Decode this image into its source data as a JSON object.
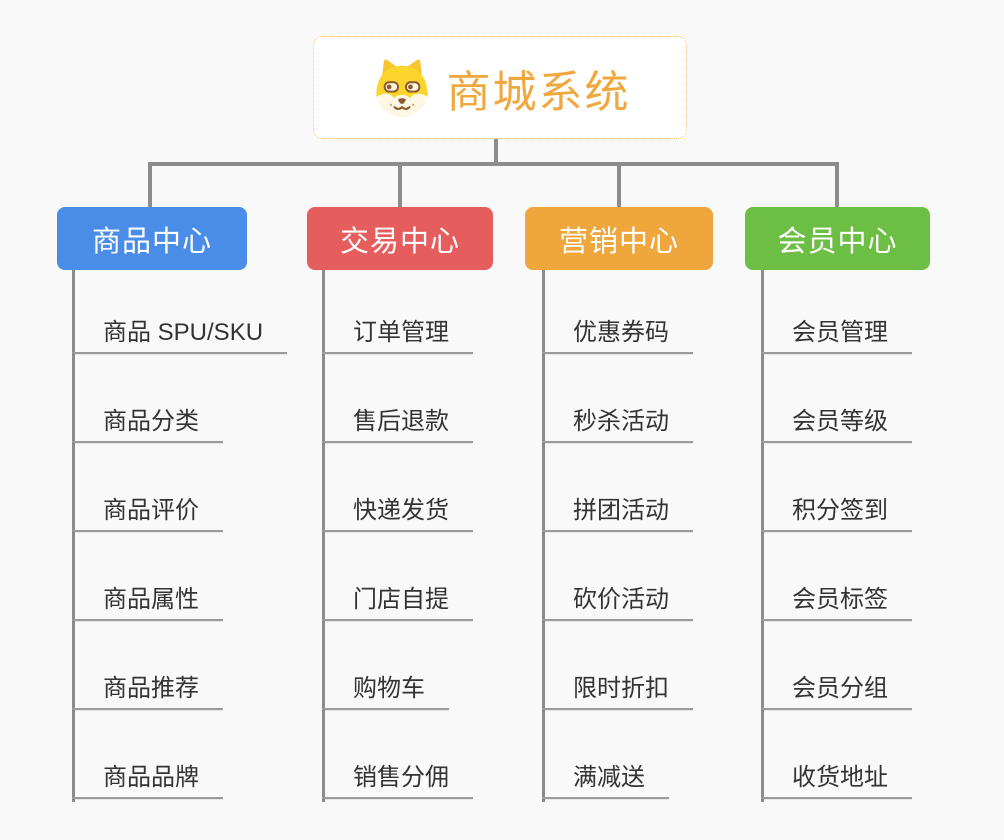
{
  "root": {
    "label": "商城系统",
    "icon": "dog-face-icon",
    "text_color": "#f0a83e",
    "border_color": "#f4c87c"
  },
  "branches": [
    {
      "label": "商品中心",
      "color": "#4a8de8",
      "children": [
        "商品 SPU/SKU",
        "商品分类",
        "商品评价",
        "商品属性",
        "商品推荐",
        "商品品牌"
      ]
    },
    {
      "label": "交易中心",
      "color": "#e55d5d",
      "children": [
        "订单管理",
        "售后退款",
        "快递发货",
        "门店自提",
        "购物车",
        "销售分佣"
      ]
    },
    {
      "label": "营销中心",
      "color": "#efa63c",
      "children": [
        "优惠券码",
        "秒杀活动",
        "拼团活动",
        "砍价活动",
        "限时折扣",
        "满减送"
      ]
    },
    {
      "label": "会员中心",
      "color": "#6dbe45",
      "children": [
        "会员管理",
        "会员等级",
        "积分签到",
        "会员标签",
        "会员分组",
        "收货地址"
      ]
    }
  ],
  "colors": {
    "background": "#f9f9f9",
    "connector_line": "#8c8c8c",
    "child_underline": "#9b9b9b",
    "child_text": "#333333",
    "node_text": "#ffffff"
  }
}
